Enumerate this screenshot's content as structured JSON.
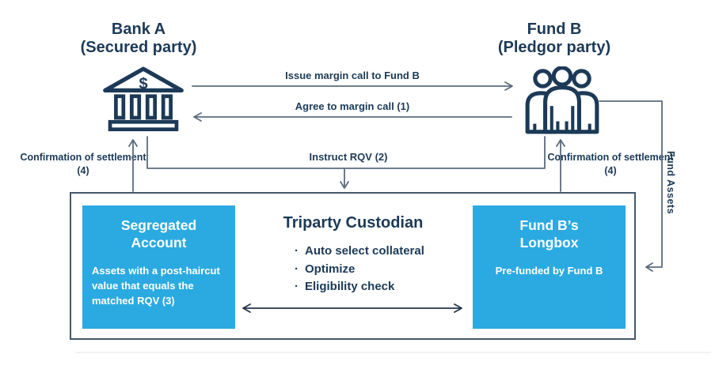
{
  "palette": {
    "navy_text": "#1c3a57",
    "box_blue": "#2baae1",
    "connector_gray": "#5b6c7d",
    "outer_border": "#44586c"
  },
  "bank": {
    "name": "Bank A",
    "role": "(Secured party)"
  },
  "fund": {
    "name": "Fund B",
    "role": "(Pledgor party)"
  },
  "arrows": {
    "issue": "Issue margin call to Fund B",
    "agree": "Agree to margin call (1)",
    "instruct": "Instruct RQV (2)",
    "confirm_left": "Confirmation of settlement (4)",
    "confirm_right": "Confirmation of settlement (4)",
    "fund_assets": "Fund Assets"
  },
  "custodian": {
    "title": "Triparty Custodian",
    "bullets": [
      "Auto select collateral",
      "Optimize",
      "Eligibility check"
    ],
    "segregated": {
      "title": "Segregated Account",
      "body": "Assets with a post-haircut value that equals the matched RQV (3)"
    },
    "longbox": {
      "title": "Fund B’s Longbox",
      "body": "Pre-funded by Fund B"
    }
  }
}
